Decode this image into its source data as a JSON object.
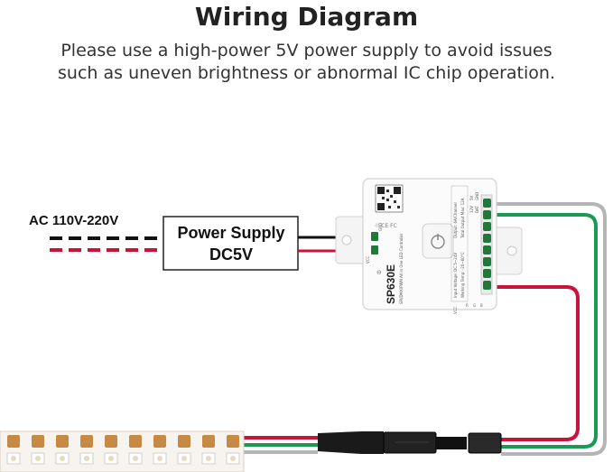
{
  "header": {
    "title": "Wiring Diagram",
    "subtitle_line1": "Please use a high-power 5V power supply to avoid issues",
    "subtitle_line2": "such as uneven brightness or abnormal IC chip operation."
  },
  "ac_input": {
    "label": "AC 110V-220V"
  },
  "power_supply": {
    "line1": "Power Supply",
    "line2": "DC5V"
  },
  "controller": {
    "model": "SP630E",
    "subtitle": "SPI/DMX/PWM All in One LED Controller",
    "spec_input": "Input Voltage: DC 5~24V",
    "spec_output": "Output: 6A/Channel",
    "spec_temp": "Working Temp: -20~60°C",
    "spec_total": "Total Output Max: 12A",
    "terminal_labels": [
      "12V",
      "5V",
      "DAT",
      "GND"
    ],
    "left_labels": [
      "VCC",
      "GND"
    ],
    "bottom_labels": [
      "VCC",
      "R",
      "G",
      "B"
    ]
  },
  "colors": {
    "wire_red": "#c8143c",
    "wire_black": "#111111",
    "wire_green": "#1a9a55",
    "wire_gray": "#b5b5b5",
    "terminal_green": "#1f7a3a",
    "strip_base": "#f7f4ef",
    "strip_pad": "#c78a45"
  }
}
